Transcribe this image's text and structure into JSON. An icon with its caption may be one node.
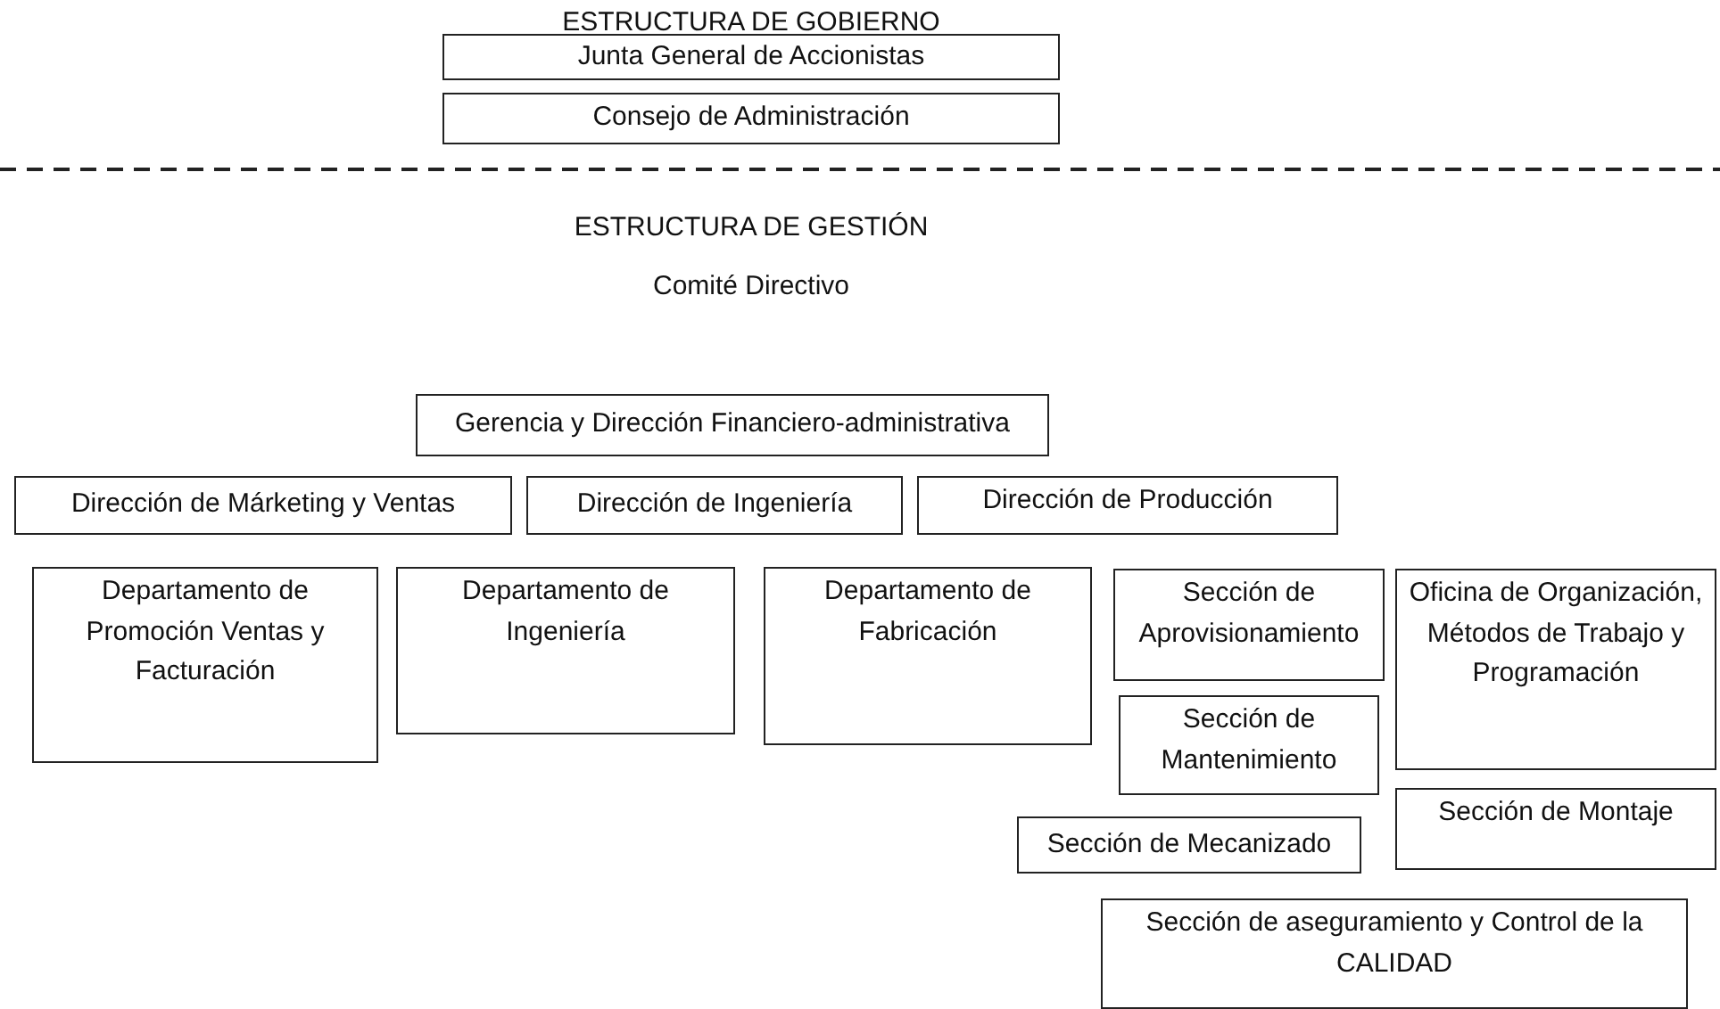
{
  "diagram": {
    "nodes": [
      {
        "text": [
          "Junta General de Accionistas"
        ]
      },
      {
        "text": [
          "Consejo de Administración"
        ]
      },
      {
        "text": [
          "Gerencia y Dirección Financiero-administrativa"
        ]
      },
      {
        "text": [
          "Dirección de Márketing y Ventas"
        ]
      },
      {
        "text": [
          "Dirección de Ingeniería"
        ]
      },
      {
        "text": [
          "Dirección de Producción"
        ]
      },
      {
        "text": [
          "Departamento de Promoción Ventas y Facturación"
        ]
      },
      {
        "text": [
          "Departamento de Ingeniería"
        ]
      },
      {
        "text": [
          "Departamento de Fabricación"
        ]
      },
      {
        "text": [
          "Sección de Aprovisionamiento"
        ]
      },
      {
        "text": [
          "Oficina de Organización, Métodos de Trabajo y Programación"
        ]
      },
      {
        "text": [
          "Sección de Mantenimiento"
        ]
      },
      {
        "text": [
          "Sección de Mecanizado"
        ]
      },
      {
        "text": [
          "Sección de Montaje"
        ]
      },
      {
        "text": [
          "Sección de aseguramiento y Control de la CALIDAD"
        ]
      }
    ],
    "edges": [],
    "labels": [
      "ESTRUCTURA DE GOBIERNO",
      "ESTRUCTURA DE GESTIÓN",
      "Comité Directivo"
    ]
  }
}
